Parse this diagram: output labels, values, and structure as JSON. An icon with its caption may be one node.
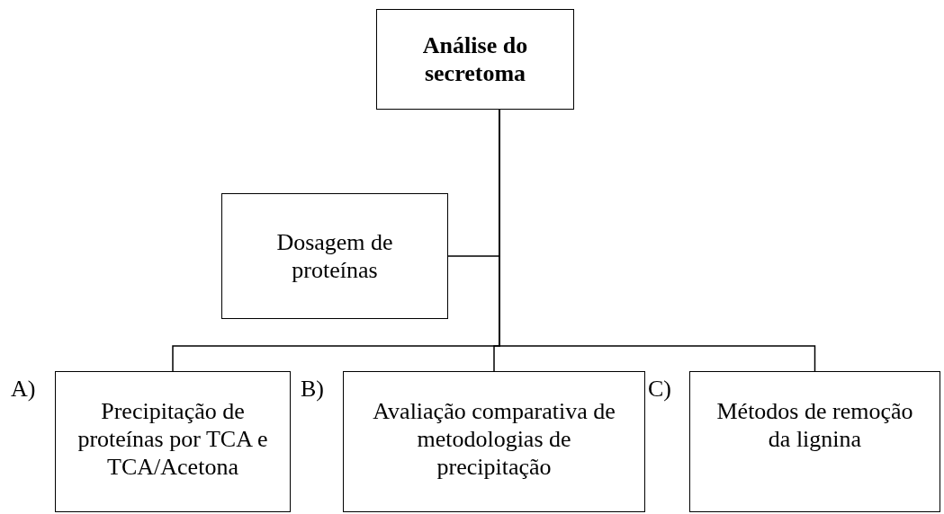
{
  "diagram": {
    "nodes": [
      {
        "text": [
          "Análise do secretoma"
        ]
      },
      {
        "text": [
          "Dosagem de proteínas"
        ]
      },
      {
        "text": [
          "Precipitação de proteínas por TCA e TCA/Acetona"
        ]
      },
      {
        "text": [
          "Avaliação comparativa de metodologias de precipitação"
        ]
      },
      {
        "text": [
          "Métodos de remoção da lignina"
        ]
      }
    ],
    "labels": [
      "A)",
      "B)",
      "C)"
    ],
    "edges": [
      {
        "from": 0,
        "to": 1,
        "arrow": "none"
      },
      {
        "from": 0,
        "to": 2,
        "arrow": "none"
      },
      {
        "from": 0,
        "to": 3,
        "arrow": "none"
      },
      {
        "from": 0,
        "to": 4,
        "arrow": "none"
      }
    ]
  }
}
